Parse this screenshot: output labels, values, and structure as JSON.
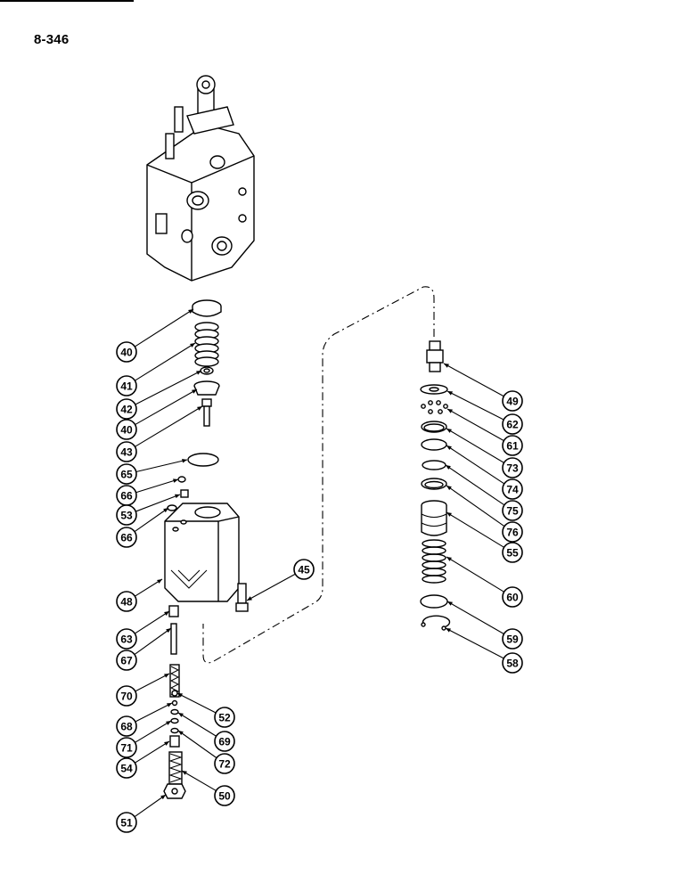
{
  "page": {
    "number": "8-346"
  },
  "callouts": [
    "40",
    "41",
    "42",
    "40",
    "43",
    "65",
    "66",
    "53",
    "66",
    "48",
    "63",
    "67",
    "70",
    "68",
    "52",
    "69",
    "71",
    "72",
    "54",
    "50",
    "51",
    "45",
    "49",
    "62",
    "61",
    "73",
    "74",
    "75",
    "76",
    "55",
    "60",
    "59",
    "58"
  ]
}
